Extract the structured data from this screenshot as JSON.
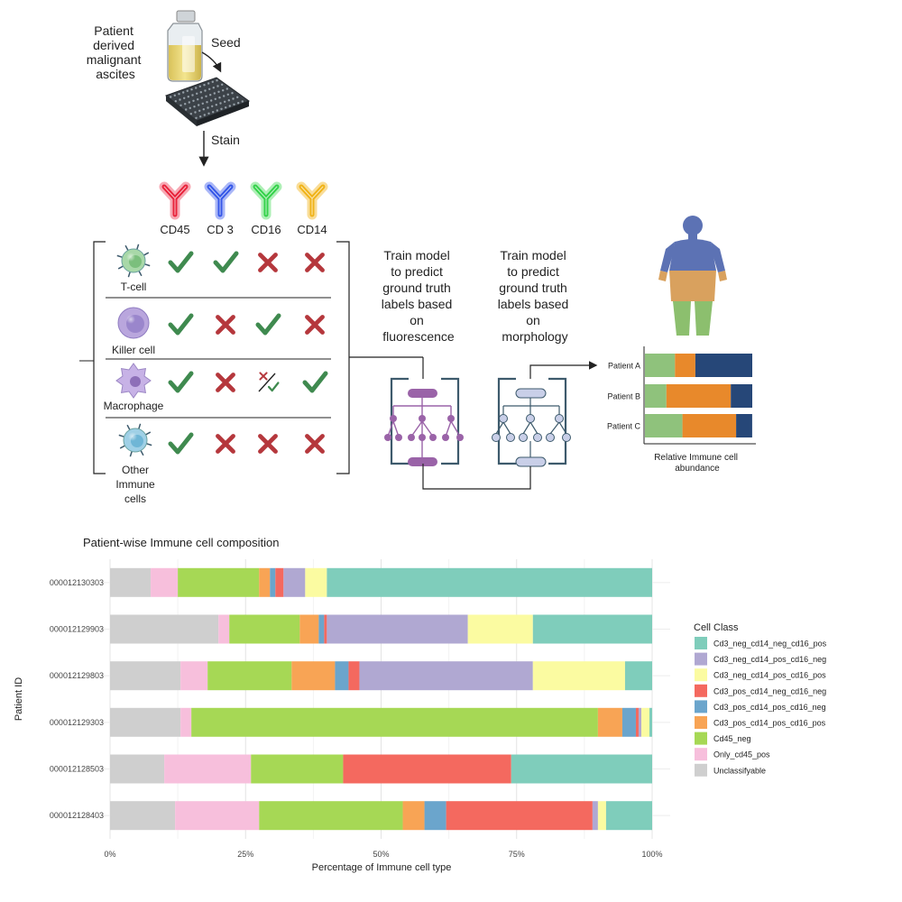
{
  "workflow": {
    "source_label": [
      "Patient",
      "derived",
      "malignant",
      "ascites"
    ],
    "seed_label": "Seed",
    "stain_label": "Stain",
    "markers": [
      {
        "name": "CD45",
        "color": "#e8243c",
        "glow": "#f7a9b4"
      },
      {
        "name": "CD 3",
        "color": "#3557e8",
        "glow": "#aab7f7"
      },
      {
        "name": "CD16",
        "color": "#34d24a",
        "glow": "#aeefb6"
      },
      {
        "name": "CD14",
        "color": "#f0b318",
        "glow": "#f9dd98"
      }
    ],
    "cell_types": [
      {
        "label": [
          "T-cell"
        ],
        "marks": [
          "check",
          "check",
          "cross",
          "cross"
        ],
        "cell_color": "#a8d8a8"
      },
      {
        "label": [
          "Killer cell"
        ],
        "marks": [
          "check",
          "cross",
          "check",
          "cross"
        ],
        "cell_color": "#b9a6dd"
      },
      {
        "label": [
          "Macrophage"
        ],
        "marks": [
          "check",
          "cross",
          "mixed",
          "check"
        ],
        "cell_color": "#c7b2e6"
      },
      {
        "label": [
          "Other",
          "Immune",
          "cells"
        ],
        "marks": [
          "check",
          "cross",
          "cross",
          "cross"
        ],
        "cell_color": "#9fd0e6"
      }
    ],
    "check_color": "#3f8a4f",
    "cross_color": "#b5373c",
    "step1_label": [
      "Train model",
      "to predict",
      "ground truth",
      "labels based",
      "on",
      "fluorescence"
    ],
    "step2_label": [
      "Train model",
      "to predict",
      "ground truth",
      "labels based",
      "on",
      "morphology"
    ],
    "mini_chart": {
      "rows": [
        {
          "label": "Patient A",
          "segments": [
            0.28,
            0.19,
            0.53
          ]
        },
        {
          "label": "Patient B",
          "segments": [
            0.2,
            0.6,
            0.2
          ]
        },
        {
          "label": "Patient C",
          "segments": [
            0.35,
            0.5,
            0.15
          ]
        }
      ],
      "colors": [
        "#8fc27c",
        "#e8892b",
        "#264778"
      ],
      "caption": [
        "Relative Immune cell",
        "abundance"
      ]
    }
  },
  "chart_data": {
    "type": "bar",
    "orientation": "horizontal",
    "stacked": true,
    "title": "Patient-wise Immune cell composition",
    "xlabel": "Percentage of Immune cell type",
    "ylabel": "Patient ID",
    "xlim": [
      0,
      100
    ],
    "xticks": [
      "0%",
      "25%",
      "50%",
      "75%",
      "100%"
    ],
    "grid": true,
    "legend_position": "right",
    "legend_title": "Cell Class",
    "categories": [
      "000012130303",
      "000012129903",
      "000012129803",
      "000012129303",
      "000012128503",
      "000012128403"
    ],
    "series": [
      {
        "name": "Unclassifyable",
        "color": "#cfcfcf",
        "values": [
          7.5,
          20,
          13,
          13,
          10,
          12
        ]
      },
      {
        "name": "Only_cd45_pos",
        "color": "#f7bfdc",
        "values": [
          5,
          2,
          5,
          2,
          16,
          15.5
        ]
      },
      {
        "name": "Cd45_neg",
        "color": "#a6d855",
        "values": [
          15,
          13,
          15.5,
          75,
          17,
          26.5
        ]
      },
      {
        "name": "Cd3_pos_cd14_pos_cd16_pos",
        "color": "#f8a455",
        "values": [
          2,
          3.5,
          8,
          4.5,
          0,
          4
        ]
      },
      {
        "name": "Cd3_pos_cd14_pos_cd16_neg",
        "color": "#6ba5cc",
        "values": [
          1,
          1,
          2.5,
          2.5,
          0,
          4
        ]
      },
      {
        "name": "Cd3_pos_cd14_neg_cd16_neg",
        "color": "#f4695f",
        "values": [
          1.5,
          0.5,
          2,
          0.5,
          31,
          27
        ]
      },
      {
        "name": "Cd3_neg_cd14_pos_cd16_neg",
        "color": "#b0a8d2",
        "values": [
          4,
          26,
          32,
          0.5,
          0,
          1
        ]
      },
      {
        "name": "Cd3_neg_cd14_pos_cd16_pos",
        "color": "#fbfba1",
        "values": [
          4,
          12,
          17,
          1.5,
          0,
          1.5
        ]
      },
      {
        "name": "Cd3_neg_cd14_neg_cd16_pos",
        "color": "#7fcdbb",
        "values": [
          60,
          22,
          5,
          0.5,
          26,
          8.5
        ]
      }
    ],
    "legend_order": [
      "Cd3_neg_cd14_neg_cd16_pos",
      "Cd3_neg_cd14_pos_cd16_neg",
      "Cd3_neg_cd14_pos_cd16_pos",
      "Cd3_pos_cd14_neg_cd16_neg",
      "Cd3_pos_cd14_pos_cd16_neg",
      "Cd3_pos_cd14_pos_cd16_pos",
      "Cd45_neg",
      "Only_cd45_pos",
      "Unclassifyable"
    ]
  }
}
